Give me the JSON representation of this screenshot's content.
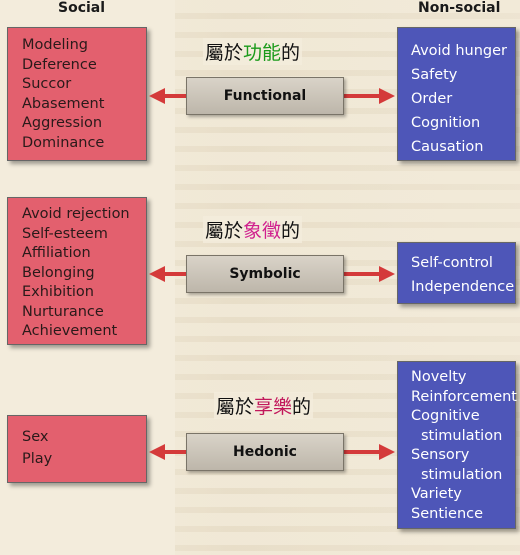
{
  "headers": {
    "social": "Social",
    "nonsocial": "Non-social"
  },
  "rows": [
    {
      "center": "Functional",
      "social": [
        "Modeling",
        "Deference",
        "Succor",
        "Abasement",
        "Aggression",
        "Dominance"
      ],
      "nonsocial": [
        "Avoid hunger",
        "Safety",
        "Order",
        "Cognition",
        "Causation"
      ],
      "annotation": {
        "prefix": "屬於",
        "highlight": "功能",
        "suffix": "的",
        "color": "#1a9a1a"
      }
    },
    {
      "center": "Symbolic",
      "social": [
        "Avoid rejection",
        "Self-esteem",
        "Affiliation",
        "Belonging",
        "Exhibition",
        "Nurturance",
        "Achievement"
      ],
      "nonsocial": [
        "Self-control",
        "Independence"
      ],
      "annotation": {
        "prefix": "屬於",
        "highlight": "象徵",
        "suffix": "的",
        "color": "#d0208e"
      }
    },
    {
      "center": "Hedonic",
      "social": [
        "Sex",
        "Play"
      ],
      "nonsocial": [
        "Novelty",
        "Reinforcement",
        "Cognitive",
        "  stimulation",
        "Sensory",
        "  stimulation",
        "Variety",
        "Sentience"
      ],
      "annotation": {
        "prefix": "屬於",
        "highlight": "享樂",
        "suffix": "的",
        "color": "#c2185b"
      }
    }
  ],
  "colors": {
    "social": "#e3606e",
    "nonsocial": "#4e56b8",
    "arrow": "#d43a3a"
  }
}
